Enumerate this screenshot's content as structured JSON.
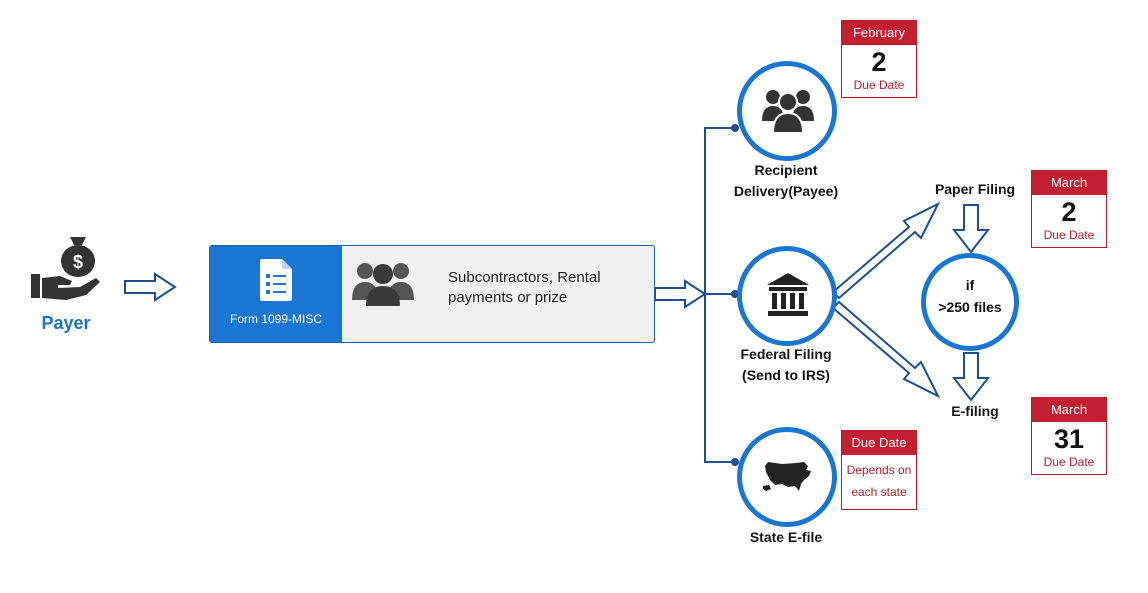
{
  "payer": {
    "label": "Payer",
    "icon": "money-bag-hand-icon"
  },
  "form": {
    "label": "Form 1099-MISC",
    "description": "Subcontractors, Rental payments or prize",
    "icon": "document-icon",
    "people_icon": "people-group-icon"
  },
  "nodes": {
    "recipient": {
      "line1": "Recipient",
      "line2": "Delivery(Payee)",
      "icon": "users-icon"
    },
    "federal": {
      "line1": "Federal Filing",
      "line2": "(Send to IRS)",
      "icon": "bank-building-icon"
    },
    "state": {
      "label": "State E-file",
      "icon": "usa-map-icon"
    },
    "paper": {
      "label": "Paper Filing"
    },
    "efiling": {
      "label": "E-filing"
    },
    "condition": {
      "line1": "if",
      "line2": ">250 files"
    }
  },
  "calendars": {
    "recipient": {
      "month": "February",
      "day": "2",
      "sub": "Due Date"
    },
    "paper": {
      "month": "March",
      "day": "2",
      "sub": "Due Date"
    },
    "efile": {
      "month": "March",
      "day": "31",
      "sub": "Due Date"
    },
    "state": {
      "header": "Due Date",
      "line1": "Depends on",
      "line2": "each state"
    }
  },
  "colors": {
    "accent": "#1976d2",
    "dark_blue": "#1f4e8c",
    "due_red": "#c21f33"
  }
}
